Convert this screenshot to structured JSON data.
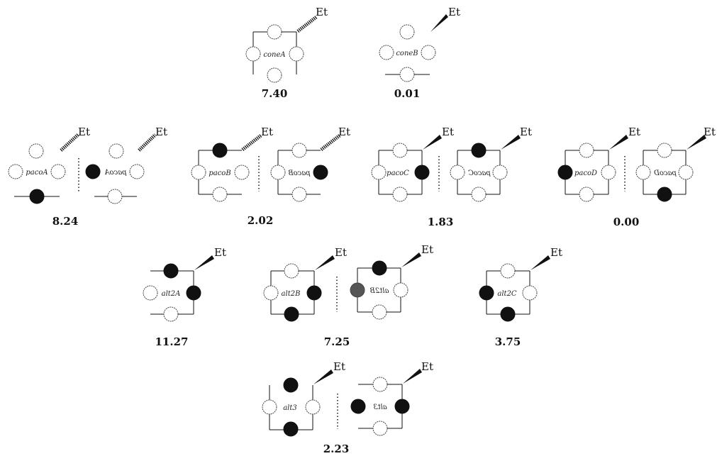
{
  "labels": {
    "substituent": "Et"
  },
  "colors": {
    "line": "#111111",
    "open_circle_stroke": "#444444",
    "filled_circle": "#111111",
    "grey_circle": "#555555"
  },
  "conformers": {
    "coneA": {
      "name": "coneA",
      "energy": "7.40"
    },
    "coneB": {
      "name": "coneB",
      "energy": "0.01"
    },
    "pacoA": {
      "name": "pacoA",
      "energy": "8.24"
    },
    "pacoB": {
      "name": "pacoB",
      "energy": "2.02"
    },
    "pacoC": {
      "name": "pacoC",
      "energy": "1.83"
    },
    "pacoD": {
      "name": "pacoD",
      "energy": "0.00"
    },
    "alt2A": {
      "name": "alt2A",
      "energy": "11.27"
    },
    "alt2B": {
      "name": "alt2B",
      "energy": "7.25"
    },
    "alt2C": {
      "name": "alt2C",
      "energy": "3.75"
    },
    "alt3": {
      "name": "alt3",
      "energy": "2.23"
    }
  }
}
